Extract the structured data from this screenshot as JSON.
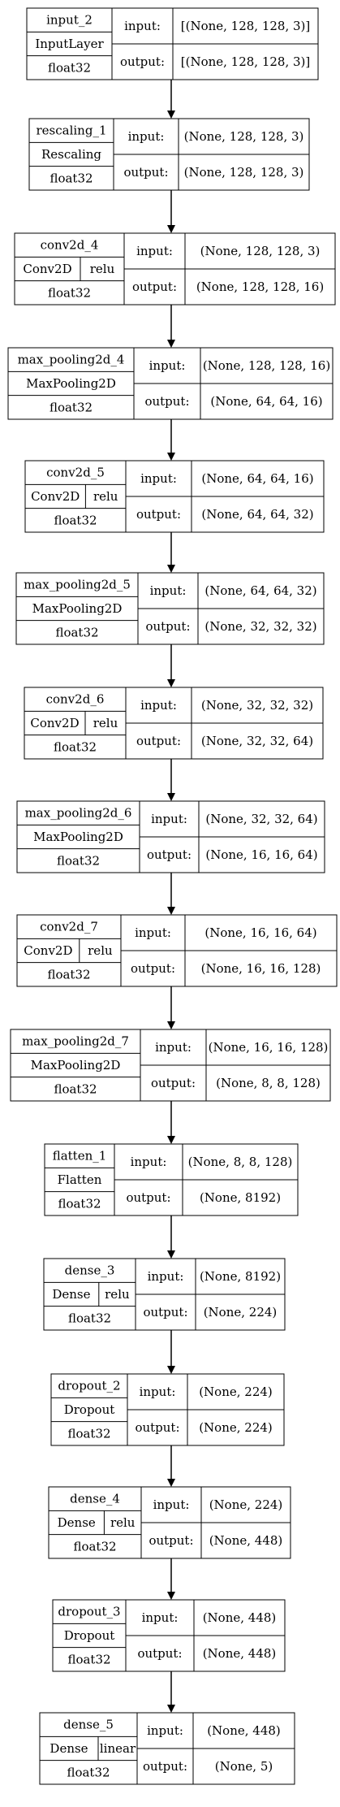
{
  "nodes": [
    {
      "name": "input_2",
      "type": "InputLayer",
      "dtype": "float32",
      "input_label": "input:",
      "input": "[(None, 128, 128, 3)]",
      "output_label": "output:",
      "output": "[(None, 128, 128, 3)]"
    },
    {
      "name": "rescaling_1",
      "type": "Rescaling",
      "dtype": "float32",
      "input_label": "input:",
      "input": "(None, 128, 128, 3)",
      "output_label": "output:",
      "output": "(None, 128, 128, 3)"
    },
    {
      "name": "conv2d_4",
      "type": "Conv2D",
      "activation": "relu",
      "dtype": "float32",
      "input_label": "input:",
      "input": "(None, 128, 128, 3)",
      "output_label": "output:",
      "output": "(None, 128, 128, 16)"
    },
    {
      "name": "max_pooling2d_4",
      "type": "MaxPooling2D",
      "dtype": "float32",
      "input_label": "input:",
      "input": "(None, 128, 128, 16)",
      "output_label": "output:",
      "output": "(None, 64, 64, 16)"
    },
    {
      "name": "conv2d_5",
      "type": "Conv2D",
      "activation": "relu",
      "dtype": "float32",
      "input_label": "input:",
      "input": "(None, 64, 64, 16)",
      "output_label": "output:",
      "output": "(None, 64, 64, 32)"
    },
    {
      "name": "max_pooling2d_5",
      "type": "MaxPooling2D",
      "dtype": "float32",
      "input_label": "input:",
      "input": "(None, 64, 64, 32)",
      "output_label": "output:",
      "output": "(None, 32, 32, 32)"
    },
    {
      "name": "conv2d_6",
      "type": "Conv2D",
      "activation": "relu",
      "dtype": "float32",
      "input_label": "input:",
      "input": "(None, 32, 32, 32)",
      "output_label": "output:",
      "output": "(None, 32, 32, 64)"
    },
    {
      "name": "max_pooling2d_6",
      "type": "MaxPooling2D",
      "dtype": "float32",
      "input_label": "input:",
      "input": "(None, 32, 32, 64)",
      "output_label": "output:",
      "output": "(None, 16, 16, 64)"
    },
    {
      "name": "conv2d_7",
      "type": "Conv2D",
      "activation": "relu",
      "dtype": "float32",
      "input_label": "input:",
      "input": "(None, 16, 16, 64)",
      "output_label": "output:",
      "output": "(None, 16, 16, 128)"
    },
    {
      "name": "max_pooling2d_7",
      "type": "MaxPooling2D",
      "dtype": "float32",
      "input_label": "input:",
      "input": "(None, 16, 16, 128)",
      "output_label": "output:",
      "output": "(None, 8, 8, 128)"
    },
    {
      "name": "flatten_1",
      "type": "Flatten",
      "dtype": "float32",
      "input_label": "input:",
      "input": "(None, 8, 8, 128)",
      "output_label": "output:",
      "output": "(None, 8192)"
    },
    {
      "name": "dense_3",
      "type": "Dense",
      "activation": "relu",
      "dtype": "float32",
      "input_label": "input:",
      "input": "(None, 8192)",
      "output_label": "output:",
      "output": "(None, 224)"
    },
    {
      "name": "dropout_2",
      "type": "Dropout",
      "dtype": "float32",
      "input_label": "input:",
      "input": "(None, 224)",
      "output_label": "output:",
      "output": "(None, 224)"
    },
    {
      "name": "dense_4",
      "type": "Dense",
      "activation": "relu",
      "dtype": "float32",
      "input_label": "input:",
      "input": "(None, 224)",
      "output_label": "output:",
      "output": "(None, 448)"
    },
    {
      "name": "dropout_3",
      "type": "Dropout",
      "dtype": "float32",
      "input_label": "input:",
      "input": "(None, 448)",
      "output_label": "output:",
      "output": "(None, 448)"
    },
    {
      "name": "dense_5",
      "type": "Dense",
      "activation": "linear",
      "dtype": "float32",
      "input_label": "input:",
      "input": "(None, 448)",
      "output_label": "output:",
      "output": "(None, 5)"
    }
  ],
  "edges": [
    [
      0,
      1
    ],
    [
      1,
      2
    ],
    [
      2,
      3
    ],
    [
      3,
      4
    ],
    [
      4,
      5
    ],
    [
      5,
      6
    ],
    [
      6,
      7
    ],
    [
      7,
      8
    ],
    [
      8,
      9
    ],
    [
      9,
      10
    ],
    [
      10,
      11
    ],
    [
      11,
      12
    ],
    [
      12,
      13
    ],
    [
      13,
      14
    ],
    [
      14,
      15
    ]
  ],
  "colors": {
    "stroke": "#000000",
    "fill": "#ffffff",
    "text": "#000000"
  }
}
